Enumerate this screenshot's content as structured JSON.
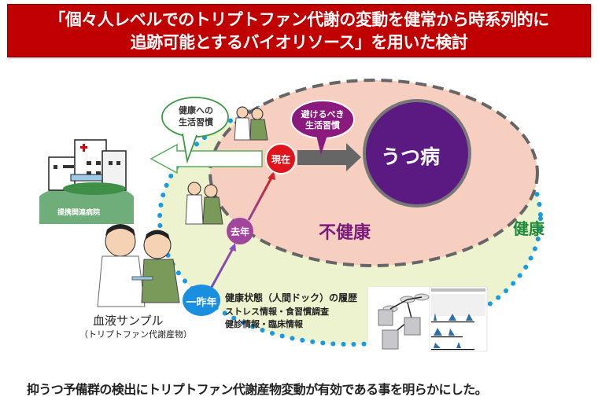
{
  "title": {
    "line1": "「個々人レベルでのトリプトファン代謝の変動を健常から時系列的に",
    "line2": "追跡可能とするバイオリソース」を用いた検討"
  },
  "regions": {
    "unhealthy": "不健康",
    "healthy": "健康",
    "disease": "うつ病"
  },
  "bubbles": {
    "healthy_habits": [
      "健康への",
      "生活習慣"
    ],
    "avoid_habits": [
      "避けるべき",
      "生活習慣"
    ]
  },
  "timeline": {
    "now": "現在",
    "last_year": "去年",
    "two_years_ago": "一昨年"
  },
  "history": {
    "line1": "健康状態（人間ドック）の履歴",
    "line2": "ストレス情報・食習慣調査",
    "line3": "健診情報・臨床情報"
  },
  "blood_sample": {
    "label": "血液サンプル",
    "sub": "（トリプトファン代謝産物）"
  },
  "hospital": {
    "label": "提携関連病院"
  },
  "conclusion": "抑うつ予備群の検出にトリプトファン代謝産物変動が有効である事を明らかにした。",
  "colors": {
    "banner": "#c00000",
    "healthy_fill": "#eef3cf",
    "unhealthy_fill": "#f7cfc0",
    "disease_fill": "#5b1a82",
    "now_node": "#e0141c",
    "last_year_node": "#a0479d",
    "two_years_node": "#1a8fe0",
    "dots": "#1a9be0",
    "healthy_text": "#1e8a3a",
    "unhealthy_text": "#7a1a7a"
  }
}
